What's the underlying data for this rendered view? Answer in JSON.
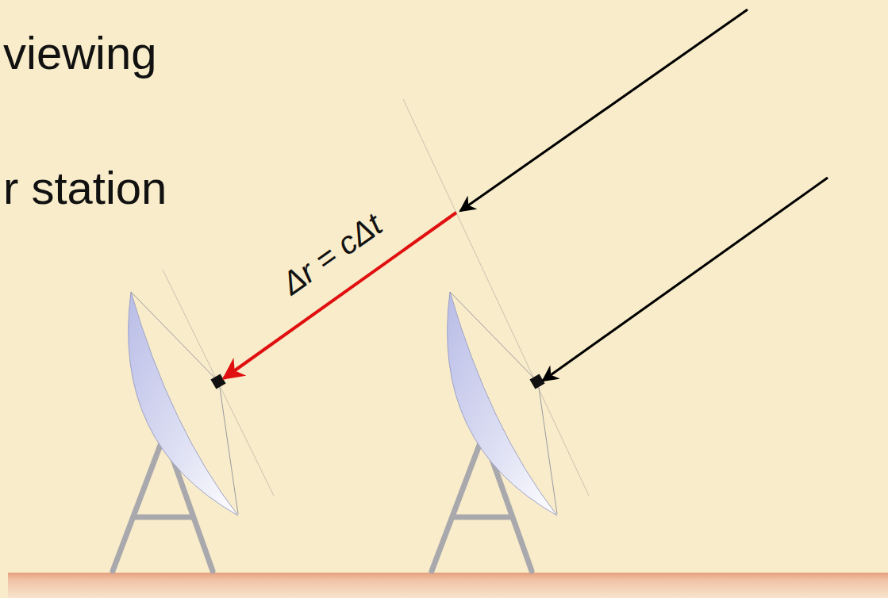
{
  "diagram": {
    "labels": [
      "viewing",
      "r station",
      "Δr = cΔt"
    ]
  }
}
